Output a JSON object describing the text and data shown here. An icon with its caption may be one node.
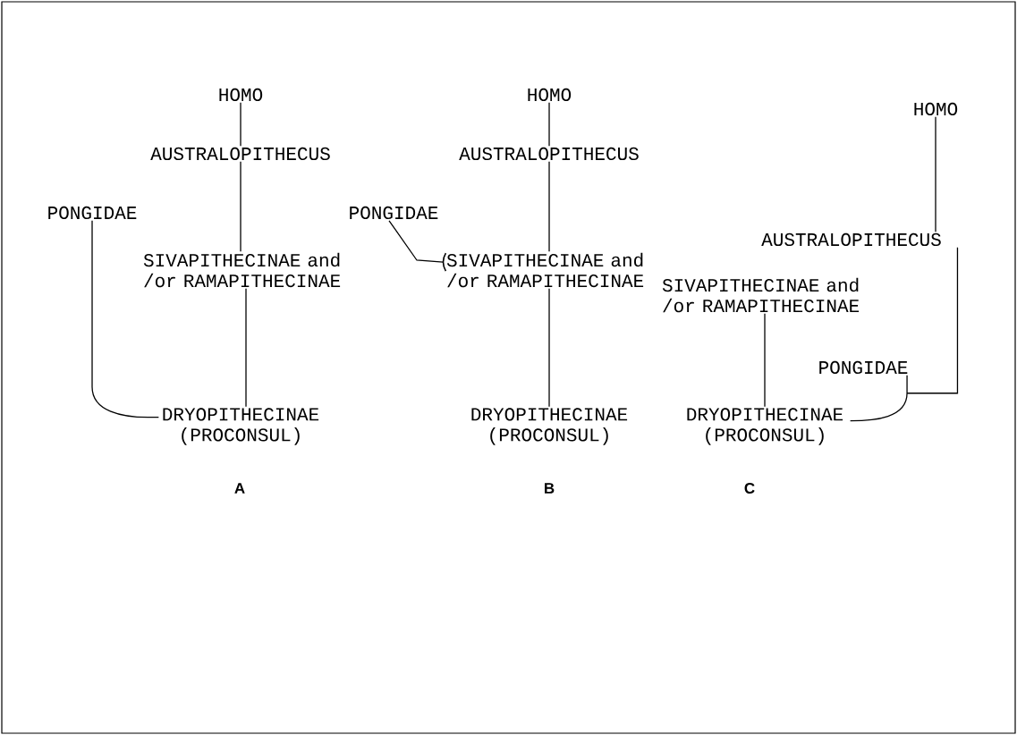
{
  "diagram": {
    "nodes": [
      {
        "text": [
          "HOMO"
        ]
      },
      {
        "text": [
          "AUSTRALOPITHECUS"
        ]
      },
      {
        "text": [
          "PONGIDAE"
        ]
      },
      {
        "text": [
          "SIVAPITHECINAE and /or RAMAPITHECINAE"
        ]
      },
      {
        "text": [
          "DRYOPITHECINAE (PROCONSUL)"
        ]
      },
      {
        "text": [
          "HOMO"
        ]
      },
      {
        "text": [
          "AUSTRALOPITHECUS"
        ]
      },
      {
        "text": [
          "PONGIDAE"
        ]
      },
      {
        "text": [
          "SIVAPITHECINAE and /or RAMAPITHECINAE"
        ]
      },
      {
        "text": [
          "DRYOPITHECINAE (PROCONSUL)"
        ]
      },
      {
        "text": [
          "HOMO"
        ]
      },
      {
        "text": [
          "AUSTRALOPITHECUS"
        ]
      },
      {
        "text": [
          "SIVAPITHECINAE and /or RAMAPITHECINAE"
        ]
      },
      {
        "text": [
          "PONGIDAE"
        ]
      },
      {
        "text": [
          "DRYOPITHECINAE (PROCONSUL)"
        ]
      }
    ],
    "edges": [
      {
        "from": 0,
        "to": 1,
        "arrow": "none"
      },
      {
        "from": 1,
        "to": 3,
        "arrow": "none"
      },
      {
        "from": 3,
        "to": 4,
        "arrow": "none"
      },
      {
        "from": 2,
        "to": 4,
        "arrow": "none"
      },
      {
        "from": 5,
        "to": 6,
        "arrow": "none"
      },
      {
        "from": 6,
        "to": 8,
        "arrow": "none"
      },
      {
        "from": 8,
        "to": 9,
        "arrow": "none"
      },
      {
        "from": 7,
        "to": 8,
        "arrow": "none"
      },
      {
        "from": 10,
        "to": 11,
        "arrow": "none"
      },
      {
        "from": 12,
        "to": 14,
        "arrow": "none"
      },
      {
        "from": 14,
        "to": 13,
        "arrow": "none"
      },
      {
        "from": 14,
        "to": 11,
        "arrow": "none"
      }
    ],
    "labels": [
      "A",
      "B",
      "C"
    ]
  }
}
